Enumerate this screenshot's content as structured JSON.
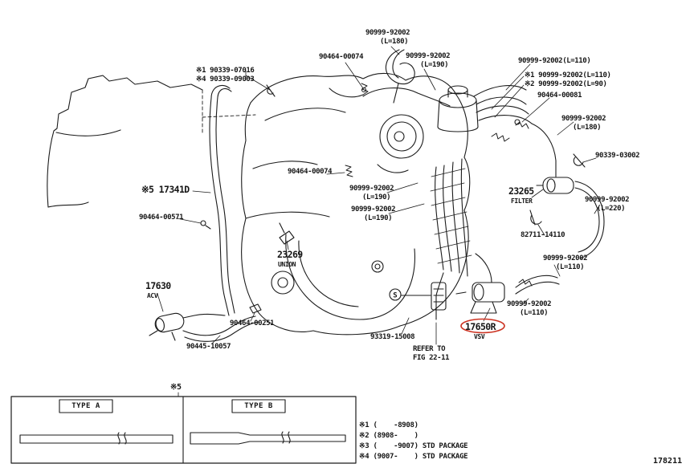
{
  "figure": {
    "id": "178211",
    "kind": "vacuum-hose-parts-diagram"
  },
  "colors": {
    "line": "#1b1b1b",
    "highlight": "#cc3322"
  },
  "labels": {
    "hose_180_top": {
      "l1": "90999-92002",
      "l2": "(L=180)"
    },
    "grommet_top": {
      "l1": "90464-00074"
    },
    "hose_190_top": {
      "l1": "90999-92002",
      "l2": "(L=190)"
    },
    "hose_110_tr": {
      "l1": "90999-92002(L=110)"
    },
    "clip_s1": {
      "l1": "※1 90339-07016"
    },
    "clip_s4": {
      "l1": "※4 90339-09003"
    },
    "hose_110_s1": {
      "l1": "※1 90999-92002(L=110)"
    },
    "hose_90_s2": {
      "l1": "※2 90999-92002(L=90)"
    },
    "grommet_81": {
      "l1": "90464-00081"
    },
    "hose_180_r": {
      "l1": "90999-92002",
      "l2": "(L=180)"
    },
    "clip_03002": {
      "l1": "90339-03002"
    },
    "grommet_mid": {
      "l1": "90464-00074"
    },
    "pipe_17341d": {
      "l1": "※5 17341D"
    },
    "hose_190_c1": {
      "l1": "90999-92002",
      "l2": "(L=190)"
    },
    "hose_190_c2": {
      "l1": "90999-92002",
      "l2": "(L=190)"
    },
    "filter": {
      "l1": "23265",
      "l2": "FILTER"
    },
    "hose_220": {
      "l1": "90999-92002",
      "l2": "(L=220)"
    },
    "grommet_571": {
      "l1": "90464-00571"
    },
    "clamp_82711": {
      "l1": "82711-14110"
    },
    "union": {
      "l1": "23269",
      "l2": "UNION"
    },
    "hose_110_r1": {
      "l1": "90999-92002",
      "l2": "(L=110)"
    },
    "acv": {
      "l1": "17630",
      "l2": "ACV"
    },
    "hose_110_r2": {
      "l1": "90999-92002",
      "l2": "(L=110)"
    },
    "grommet_251": {
      "l1": "90464-00251"
    },
    "vsv": {
      "l1": "17650R",
      "l2": "VSV"
    },
    "wire_93319": {
      "l1": "93319-15008"
    },
    "hose_90445": {
      "l1": "90445-10057"
    },
    "refer": {
      "l1": "REFER TO",
      "l2": "FIG 22-11"
    },
    "table_ref": {
      "l1": "※5"
    },
    "circled_s": "S"
  },
  "table": {
    "col_a": "TYPE A",
    "col_b": "TYPE B"
  },
  "legend": [
    "※1 (    -8908)",
    "※2 (8908-    )",
    "※3 (    -9007) STD PACKAGE",
    "※4 (9007-    ) STD PACKAGE"
  ]
}
